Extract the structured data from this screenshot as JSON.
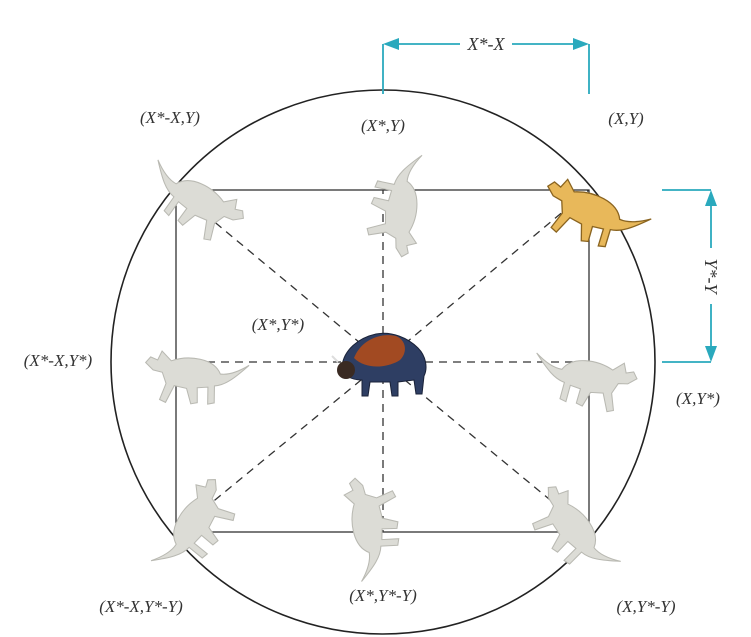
{
  "labels": {
    "top_left": "(X*-X,Y)",
    "top_center": "(X*,Y)",
    "top_right": "(X,Y)",
    "mid_left": "(X*-X,Y*)",
    "center": "(X*,Y*)",
    "mid_right": "(X,Y*)",
    "bottom_left": "(X*-X,Y*-Y)",
    "bottom_center": "(X*,Y*-Y)",
    "bottom_right": "(X,Y*-Y)",
    "x_dimension": "X*-X",
    "y_dimension": "Y*-Y"
  },
  "icons": {
    "prey": "bison-icon",
    "leader": "wolf-icon",
    "candidates": "wolf-icon"
  },
  "colors": {
    "dimension_arrow": "#2aa9bd",
    "leader_wolf": "#e8b85a",
    "ghost_wolf": "#dcdcd6",
    "bison_body": "#2e3e63",
    "bison_hump": "#a24a22",
    "outline": "#222222"
  }
}
